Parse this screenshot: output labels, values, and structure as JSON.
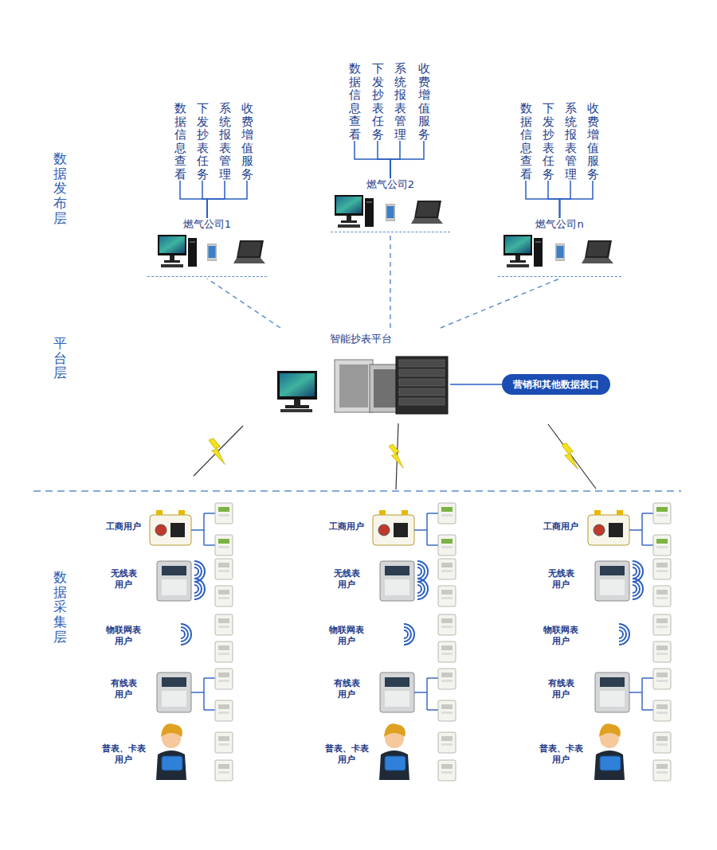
{
  "diagram": {
    "nodes": [
      {
        "text": [
          "燃气公司1"
        ]
      },
      {
        "text": [
          "数据信息查看"
        ]
      },
      {
        "text": [
          "下发抄表任务"
        ]
      },
      {
        "text": [
          "系统报表管理"
        ]
      },
      {
        "text": [
          "收费增值服务"
        ]
      },
      {
        "text": [
          "燃气公司2"
        ]
      },
      {
        "text": [
          "数据信息查看"
        ]
      },
      {
        "text": [
          "下发抄表任务"
        ]
      },
      {
        "text": [
          "系统报表管理"
        ]
      },
      {
        "text": [
          "收费增值服务"
        ]
      },
      {
        "text": [
          "燃气公司n"
        ]
      },
      {
        "text": [
          "数据信息查看"
        ]
      },
      {
        "text": [
          "下发抄表任务"
        ]
      },
      {
        "text": [
          "系统报表管理"
        ]
      },
      {
        "text": [
          "收费增值服务"
        ]
      },
      {
        "text": [
          "智能抄表平台"
        ]
      },
      {
        "text": [
          "营销和其他数据接口"
        ]
      }
    ],
    "edges": [
      {
        "from": 0,
        "to": 1,
        "arrow": "none"
      },
      {
        "from": 0,
        "to": 2,
        "arrow": "none"
      },
      {
        "from": 0,
        "to": 3,
        "arrow": "none"
      },
      {
        "from": 0,
        "to": 4,
        "arrow": "none"
      },
      {
        "from": 5,
        "to": 6,
        "arrow": "none"
      },
      {
        "from": 5,
        "to": 7,
        "arrow": "none"
      },
      {
        "from": 5,
        "to": 8,
        "arrow": "none"
      },
      {
        "from": 5,
        "to": 9,
        "arrow": "none"
      },
      {
        "from": 10,
        "to": 11,
        "arrow": "none"
      },
      {
        "from": 10,
        "to": 12,
        "arrow": "none"
      },
      {
        "from": 10,
        "to": 13,
        "arrow": "none"
      },
      {
        "from": 10,
        "to": 14,
        "arrow": "none"
      },
      {
        "from": 15,
        "to": 0,
        "arrow": "none"
      },
      {
        "from": 15,
        "to": 5,
        "arrow": "none"
      },
      {
        "from": 15,
        "to": 10,
        "arrow": "none"
      },
      {
        "from": 15,
        "to": 16,
        "arrow": "none"
      }
    ],
    "labels": [
      "数据发布层",
      "平台层",
      "数据采集层",
      "工商用户",
      "工商用户",
      "工商用户",
      "无线表 用户",
      "无线表 用户",
      "无线表 用户",
      "物联网表 用户",
      "物联网表 用户",
      "物联网表 用户",
      "有线表 用户",
      "有线表 用户",
      "有线表 用户",
      "普表、卡表 用户",
      "普表、卡表 用户",
      "普表、卡表 用户"
    ]
  }
}
